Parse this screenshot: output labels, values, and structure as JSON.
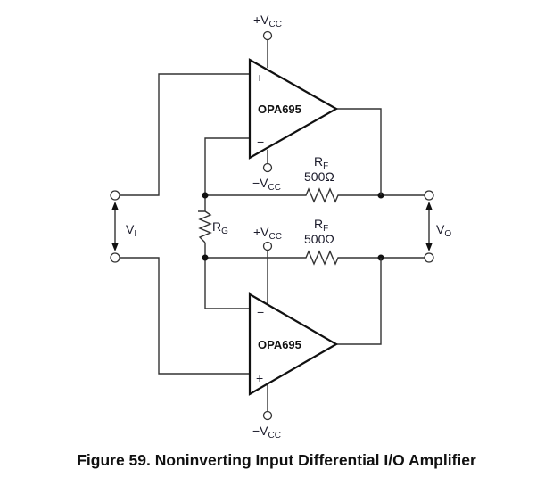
{
  "figure": {
    "caption": "Figure 59.  Noninverting Input Differential I/O Amplifier"
  },
  "amplifiers": [
    {
      "part": "OPA695",
      "top_input": "+",
      "bottom_input": "−",
      "top_supply": {
        "sign": "+V",
        "sub": "CC"
      },
      "bottom_supply": {
        "sign": "−V",
        "sub": "CC"
      }
    },
    {
      "part": "OPA695",
      "top_input": "−",
      "bottom_input": "+",
      "top_supply": {
        "sign": "+V",
        "sub": "CC"
      },
      "bottom_supply": {
        "sign": "−V",
        "sub": "CC"
      }
    }
  ],
  "resistors": {
    "rf_top": {
      "name": "R",
      "sub": "F",
      "value": "500Ω"
    },
    "rf_bottom": {
      "name": "R",
      "sub": "F",
      "value": "500Ω"
    },
    "rg": {
      "name": "R",
      "sub": "G"
    }
  },
  "ports": {
    "input": {
      "name": "V",
      "sub": "I"
    },
    "output": {
      "name": "V",
      "sub": "O"
    }
  }
}
